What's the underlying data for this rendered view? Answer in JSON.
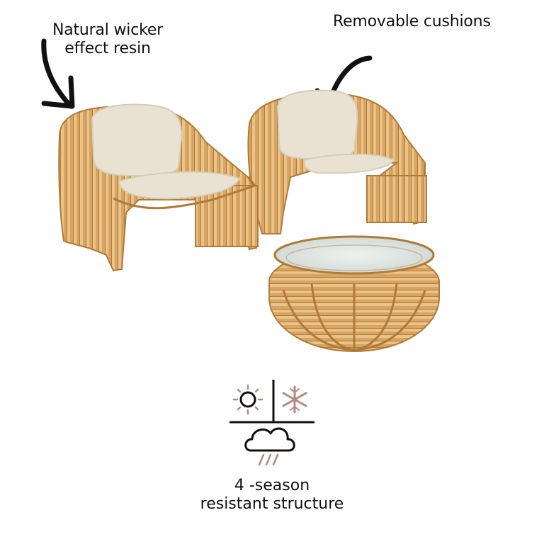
{
  "annotations": {
    "left_line1": "Natural wicker",
    "left_line2": "effect resin",
    "right": "Removable cushions"
  },
  "caption": {
    "line1": "4 -season",
    "line2": "resistant structure"
  },
  "icons": {
    "sun": "sun-icon",
    "snow": "snowflake-icon",
    "rain": "rain-cloud-icon"
  },
  "colors": {
    "wicker": "#d9a45e",
    "wicker_dark": "#b07a38",
    "cushion": "#e9e2d2",
    "cushion_shade": "#d6cdb9",
    "glass": "#d8e0dc",
    "icon_line": "#111111",
    "icon_accent": "#b08a80"
  }
}
